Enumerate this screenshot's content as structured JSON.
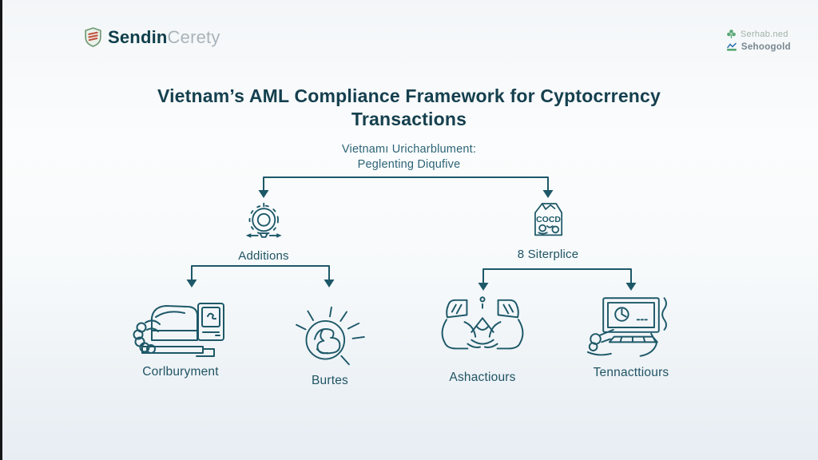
{
  "header": {
    "logo": {
      "icon": "shield-logo-icon",
      "brand_bold": "Sendin",
      "brand_light": "Cerety"
    },
    "attribution": [
      {
        "icon": "clover-icon",
        "text": "Serhab.ned"
      },
      {
        "icon": "gold-wave-icon",
        "text": "Sehoogold"
      }
    ]
  },
  "title": {
    "lines": [
      "Vietnam’s AML Compliance Framework for Cyptocrrency",
      "Transactions"
    ]
  },
  "subtitle": {
    "lines": [
      "Vietnamı Uricharblument:",
      "Peglenting Diqufive"
    ]
  },
  "diagram": {
    "branches": [
      {
        "label": "Additions",
        "icon": "coin-gear-icon"
      },
      {
        "label": "8 Siterplice",
        "icon": "price-tag-icon",
        "tag_text": "COCD"
      }
    ],
    "leaves": [
      {
        "label": "Corlburyment",
        "icon": "hand-payment-icon"
      },
      {
        "label": "Burtes",
        "icon": "shining-coin-icon"
      },
      {
        "label": "Ashactiours",
        "icon": "two-people-icon"
      },
      {
        "label": "Tennacttiours",
        "icon": "monitor-hand-icon"
      }
    ]
  },
  "colors": {
    "line_ink": "#1d5868",
    "title_text": "#15404e",
    "subtitle_text": "#2d6476",
    "label_text": "#1f5363",
    "brand_dark": "#0e3e4a",
    "brand_light": "#a9b4ba",
    "background_top": "#f3f6f8",
    "background_bottom": "#e7edf3"
  }
}
